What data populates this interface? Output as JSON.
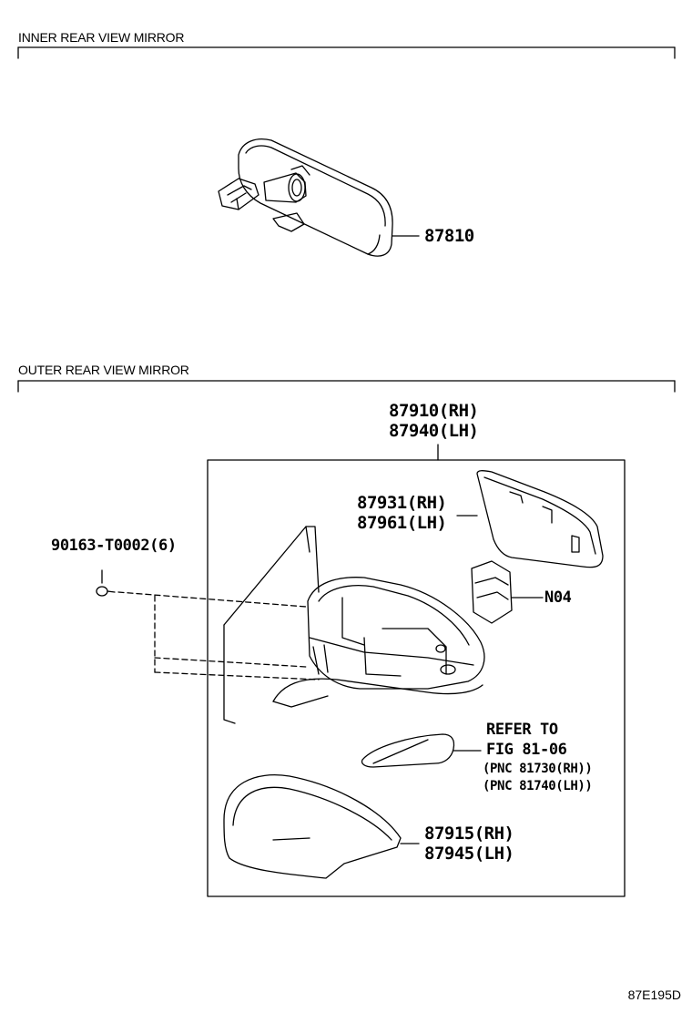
{
  "sections": {
    "inner": {
      "title": "INNER REAR VIEW MIRROR"
    },
    "outer": {
      "title": "OUTER REAR VIEW MIRROR"
    }
  },
  "parts": {
    "inner_mirror": "87810",
    "outer_assy_rh": "87910(RH)",
    "outer_assy_lh": "87940(LH)",
    "mirror_glass_rh": "87931(RH)",
    "mirror_glass_lh": "87961(LH)",
    "screw": "90163-T0002(6)",
    "connector": "N04",
    "refer_line1": "REFER TO",
    "refer_line2": "FIG 81-06",
    "refer_pnc_rh": "(PNC 81730(RH))",
    "refer_pnc_lh": "(PNC 81740(LH))",
    "cover_rh": "87915(RH)",
    "cover_lh": "87945(LH)"
  },
  "figure_code": "87E195D"
}
